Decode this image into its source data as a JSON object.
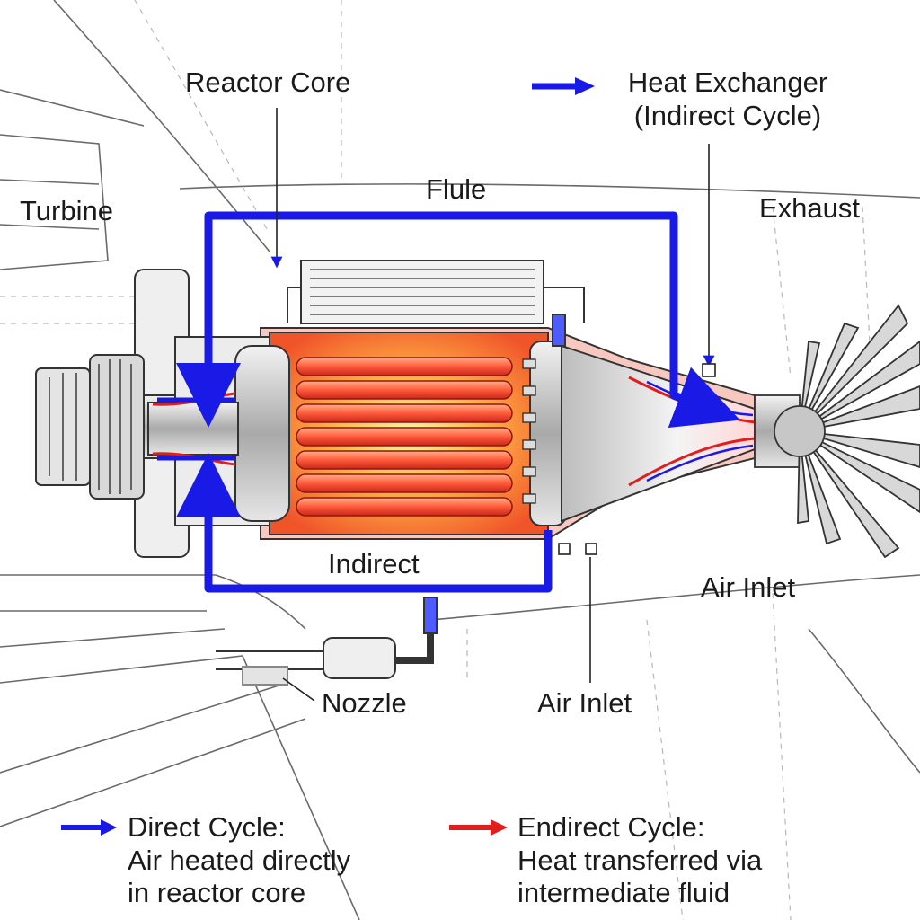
{
  "labels": {
    "reactor_core": "Reactor Core",
    "heat_exchanger_line1": "Heat Exchanger",
    "heat_exchanger_line2": "(Indirect Cycle)",
    "flule": "Flule",
    "turbine": "Turbine",
    "exhaust": "Exhaust",
    "indirect": "Indirect",
    "air_inlet_right": "Air Inlet",
    "nozzle": "Nozzle",
    "air_inlet_bottom": "Air Inlet"
  },
  "legend": {
    "direct_title": "Direct Cycle:",
    "direct_desc_1": "Air heated directly",
    "direct_desc_2": "in reactor core",
    "indirect_title": "Endirect Cycle:",
    "indirect_desc_1": "Heat transferred via",
    "indirect_desc_2": "intermediate fluid"
  },
  "colors": {
    "direct_cycle": "#1a1ae6",
    "indirect_cycle": "#e01e1e",
    "reactor_glow": "#ff7a2a",
    "outline": "#333333"
  },
  "icons": {
    "heat_exchanger_marker": "blue-arrow-icon",
    "direct_legend": "blue-arrow-icon",
    "indirect_legend": "red-arrow-icon"
  }
}
